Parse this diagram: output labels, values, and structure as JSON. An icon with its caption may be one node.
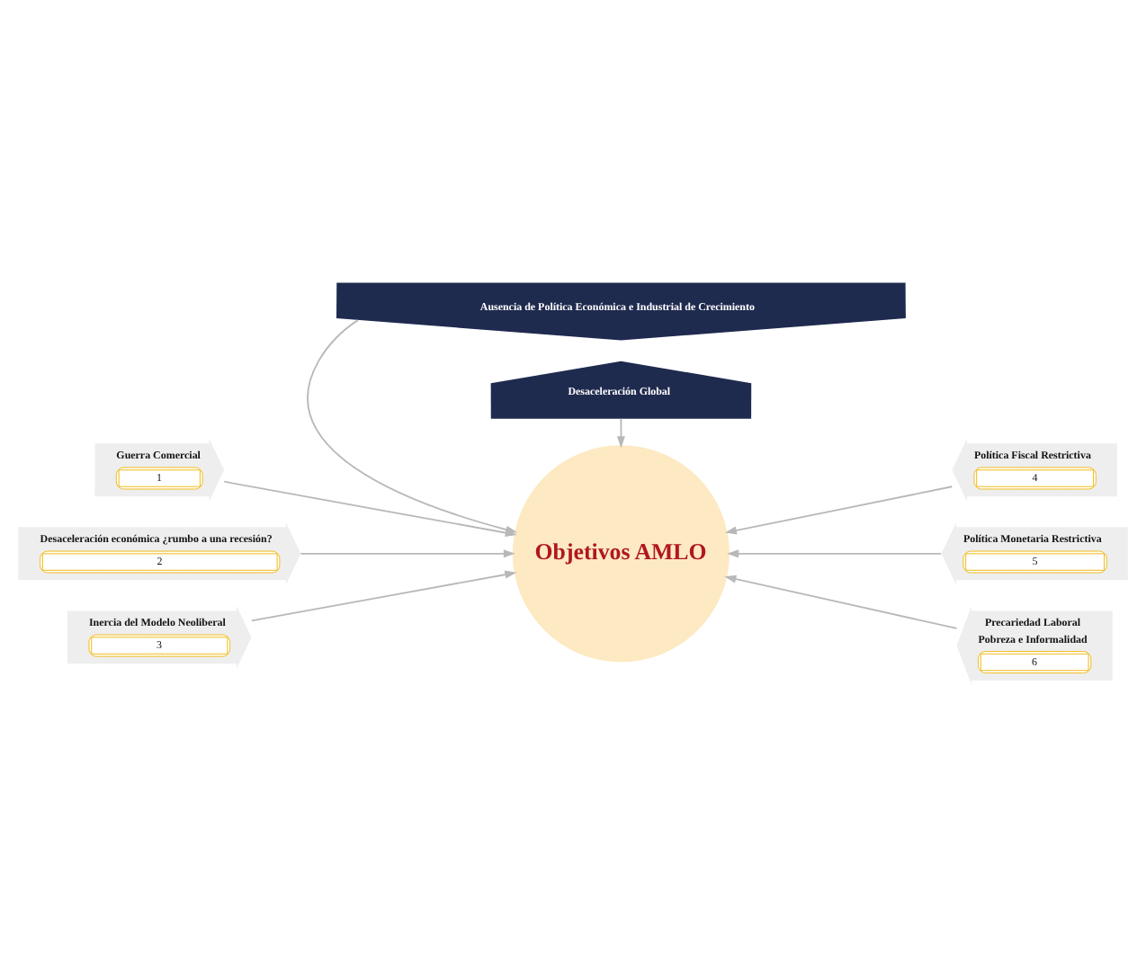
{
  "diagram": {
    "nodes": [
      {
        "text": [
          "Ausencia de Política Económica e Industrial de Crecimiento"
        ]
      },
      {
        "text": [
          "Objetivos AMLO"
        ]
      },
      {
        "text": [
          "Guerra Comercial",
          "1"
        ]
      },
      {
        "text": [
          "Desaceleración económica ¿rumbo a una recesión?",
          "2"
        ]
      },
      {
        "text": [
          "Inercia del Modelo Neoliberal",
          "3"
        ]
      },
      {
        "text": [
          "Política Fiscal Restrictiva",
          "4"
        ]
      },
      {
        "text": [
          "Política Monetaria Restrictiva",
          "5"
        ]
      },
      {
        "text": [
          "Precariedad Laboral",
          "Pobreza e Informalidad",
          "6"
        ]
      },
      {
        "text": [
          "Desaceleración Global"
        ]
      }
    ],
    "edges": [
      {
        "from": 0,
        "to": 1,
        "arrow": "to"
      },
      {
        "from": 2,
        "to": 1,
        "arrow": "to"
      },
      {
        "from": 3,
        "to": 1,
        "arrow": "to"
      },
      {
        "from": 4,
        "to": 1,
        "arrow": "to"
      },
      {
        "from": 5,
        "to": 1,
        "arrow": "to"
      },
      {
        "from": 6,
        "to": 1,
        "arrow": "to"
      },
      {
        "from": 7,
        "to": 1,
        "arrow": "to"
      },
      {
        "from": 8,
        "to": 1,
        "arrow": "to"
      }
    ]
  }
}
